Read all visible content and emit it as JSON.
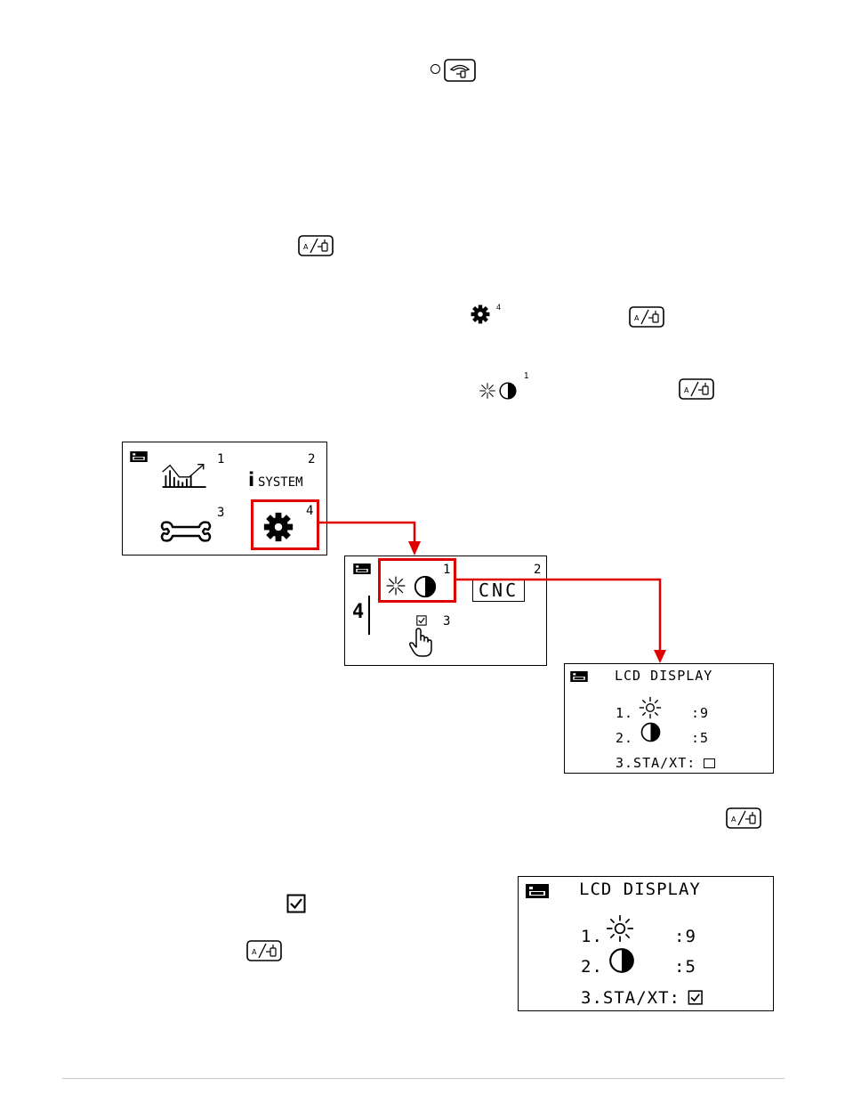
{
  "menu": {
    "item1_num": "1",
    "item2_num": "2",
    "item2_label": "SYSTEM",
    "item2_info_letter": "i",
    "item3_num": "3",
    "item4_num": "4"
  },
  "settings": {
    "item1_num": "1",
    "item2_num": "2",
    "item2_label": "CNC",
    "item3_num": "3",
    "level": "4"
  },
  "lcd_small": {
    "title": "LCD DISPLAY",
    "row1_prefix": "1.",
    "row1_value": ":9",
    "row2_prefix": "2.",
    "row2_value": ":5",
    "row3_label": "3.STA/XT:"
  },
  "lcd_large": {
    "title": "LCD DISPLAY",
    "row1_prefix": "1.",
    "row1_value": ":9",
    "row2_prefix": "2.",
    "row2_value": ":5",
    "row3_label": "3.STA/XT:"
  },
  "inline_icons": {
    "gear_superscript": "4",
    "brightness_superscript": "1"
  },
  "colors": {
    "highlight": "#e00000",
    "ink": "#000000"
  }
}
